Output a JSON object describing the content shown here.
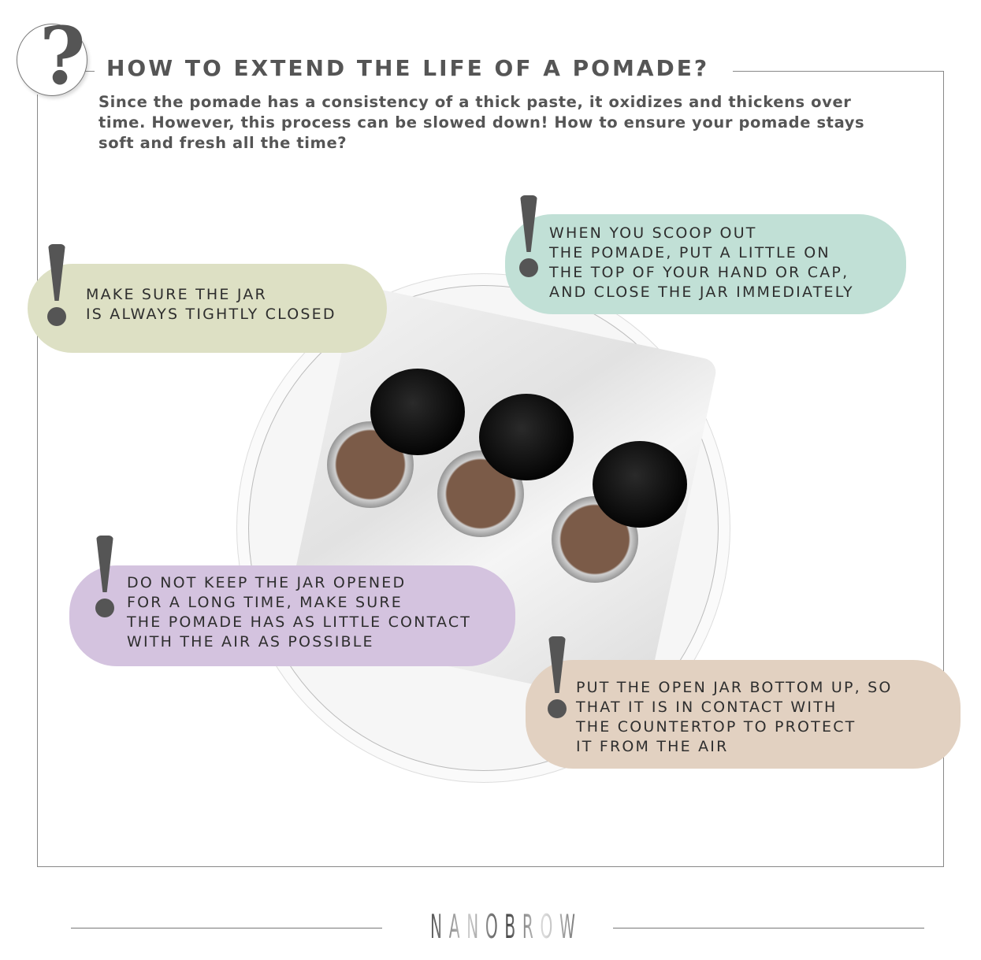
{
  "header": {
    "icon": "question-mark-icon",
    "title": "HOW TO EXTEND THE LIFE OF A POMADE?",
    "intro": "Since the pomade has a consistency of a thick paste, it oxidizes and thickens over time. However, this process can be slowed down! How to ensure your pomade stays soft and fresh all the time?"
  },
  "tips": [
    {
      "text": "MAKE SURE THE JAR IS ALWAYS TIGHTLY CLOSED",
      "lines": [
        "MAKE SURE THE JAR",
        "IS ALWAYS TIGHTLY CLOSED"
      ],
      "color": "#dde0c4"
    },
    {
      "text": "WHEN YOU SCOOP OUT THE POMADE, PUT A LITTLE ON THE TOP OF YOUR HAND OR CAP, AND CLOSE THE JAR IMMEDIATELY",
      "lines": [
        "WHEN YOU SCOOP OUT",
        "THE POMADE, PUT A LITTLE ON",
        "THE TOP OF YOUR HAND OR CAP,",
        "AND CLOSE THE JAR IMMEDIATELY"
      ],
      "color": "#c1e0d6"
    },
    {
      "text": "DO NOT KEEP THE JAR OPENED FOR A LONG TIME, MAKE SURE THE POMADE HAS AS LITTLE CONTACT WITH THE AIR AS POSSIBLE",
      "lines": [
        "DO NOT KEEP THE JAR OPENED",
        "FOR A LONG TIME, MAKE SURE",
        "THE POMADE HAS AS LITTLE CONTACT",
        "WITH THE AIR AS POSSIBLE"
      ],
      "color": "#d4c3df"
    },
    {
      "text": "PUT THE OPEN JAR BOTTOM UP, SO THAT IT IS IN CONTACT WITH THE COUNTERTOP TO PROTECT IT FROM THE AIR",
      "lines": [
        "PUT THE OPEN JAR BOTTOM UP, SO",
        "THAT IT IS IN CONTACT WITH",
        "THE COUNTERTOP TO PROTECT",
        "IT FROM THE AIR"
      ],
      "color": "#e2d1c1"
    }
  ],
  "footer": {
    "logo": "NANOBROW"
  }
}
